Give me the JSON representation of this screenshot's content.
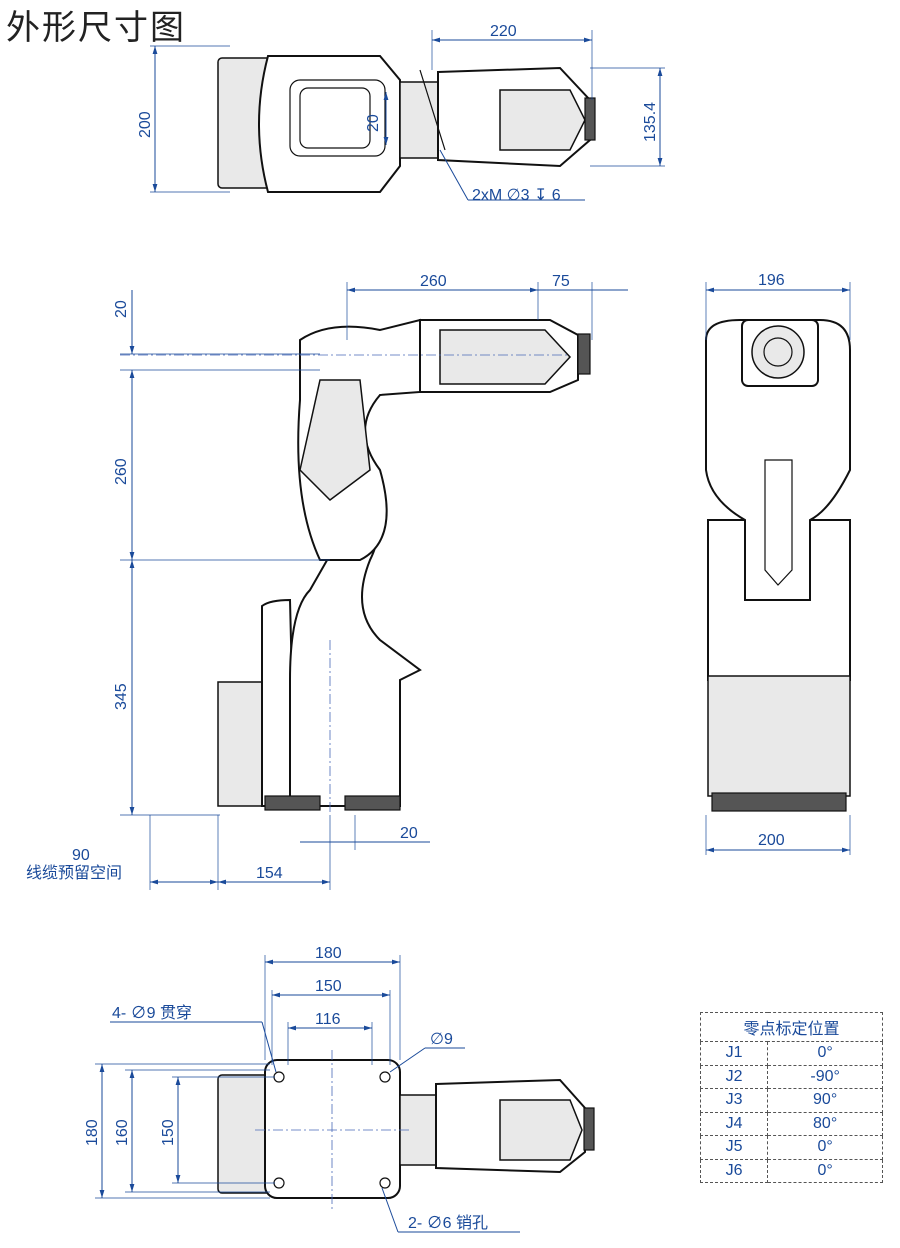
{
  "title": "外形尺寸图",
  "top_view": {
    "dims": {
      "length_220": "220",
      "width_200": "200",
      "height_135": "135.4",
      "gap_20": "20",
      "thread": "2xM ∅3 ↧ 6"
    }
  },
  "side_view": {
    "dims": {
      "upper_260": "260",
      "reach_75": "75",
      "offset_20": "20",
      "arm_260": "260",
      "base_345": "345",
      "cable_90": "90",
      "cable_label": "线缆预留空间",
      "base_154": "154",
      "off_20b": "20"
    }
  },
  "front_view": {
    "dims": {
      "top_196": "196",
      "bottom_200": "200"
    }
  },
  "base_view": {
    "dims": {
      "w180": "180",
      "w150": "150",
      "w116": "116",
      "h180": "180",
      "h160": "160",
      "h150": "150",
      "holes_through": "4- ∅9 贯穿",
      "hole_9": "∅9",
      "pin_holes": "2- ∅6 销孔"
    }
  },
  "zero_table": {
    "header": "零点标定位置",
    "rows": [
      {
        "joint": "J1",
        "angle": "0°"
      },
      {
        "joint": "J2",
        "angle": "-90°"
      },
      {
        "joint": "J3",
        "angle": "90°"
      },
      {
        "joint": "J4",
        "angle": "80°"
      },
      {
        "joint": "J5",
        "angle": "0°"
      },
      {
        "joint": "J6",
        "angle": "0°"
      }
    ]
  }
}
